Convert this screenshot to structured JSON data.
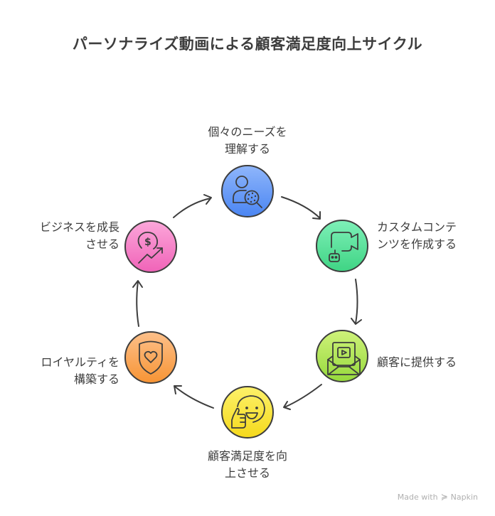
{
  "title": "パーソナライズ動画による顧客満足度向上サイクル",
  "steps": [
    {
      "line1": "個々のニーズを",
      "line2": "理解する",
      "icon": "person-search-icon",
      "color_top": "#8fb6fb",
      "color_bottom": "#4a85f2"
    },
    {
      "line1": "カスタムコンテ",
      "line2": "ンツを作成する",
      "icon": "video-camera-robot-icon",
      "color_top": "#7ef0b8",
      "color_bottom": "#3fd484"
    },
    {
      "line1": "顧客に提供する",
      "line2": "",
      "icon": "envelope-video-icon",
      "color_top": "#cff27a",
      "color_bottom": "#96d93c"
    },
    {
      "line1": "顧客満足度を向",
      "line2": "上させる",
      "icon": "smiley-thumbs-up-icon",
      "color_top": "#fdf16a",
      "color_bottom": "#f5d91c"
    },
    {
      "line1": "ロイヤルティを",
      "line2": "構築する",
      "icon": "shield-heart-icon",
      "color_top": "#fdc08a",
      "color_bottom": "#f79434"
    },
    {
      "line1": "ビジネスを成長",
      "line2": "させる",
      "icon": "dollar-growth-icon",
      "color_top": "#fca7da",
      "color_bottom": "#f063b8"
    }
  ],
  "footer": {
    "prefix": "Made with",
    "brand": "Napkin"
  }
}
